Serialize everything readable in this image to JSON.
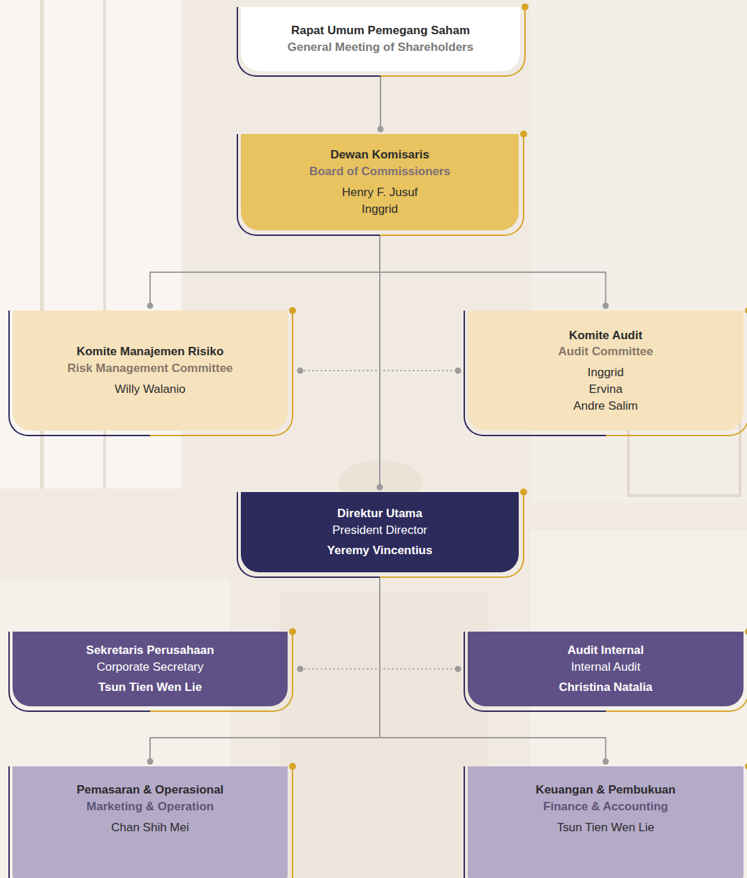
{
  "diagram": {
    "nodes": [
      {
        "text": [
          "Rapat Umum Pemegang Saham",
          "General Meeting of Shareholders"
        ]
      },
      {
        "text": [
          "Dewan Komisaris",
          "Board of Commissioners",
          "Henry F. Jusuf",
          "Inggrid"
        ]
      },
      {
        "text": [
          "Komite Manajemen Risiko",
          "Risk Management Committee",
          "Willy Walanio"
        ]
      },
      {
        "text": [
          "Komite Audit",
          "Audit Committee",
          "Inggrid",
          "Ervina",
          "Andre Salim"
        ]
      },
      {
        "text": [
          "Direktur Utama",
          "President Director",
          "Yeremy Vincentius"
        ]
      },
      {
        "text": [
          "Sekretaris Perusahaan",
          "Corporate Secretary",
          "Tsun Tien Wen Lie"
        ]
      },
      {
        "text": [
          "Audit Internal",
          "Internal Audit",
          "Christina Natalia"
        ]
      },
      {
        "text": [
          "Pemasaran & Operasional",
          "Marketing & Operation",
          "Chan Shih Mei"
        ]
      },
      {
        "text": [
          "Keuangan & Pembukuan",
          "Finance & Accounting",
          "Tsun Tien Wen Lie"
        ]
      }
    ],
    "edges": [
      {
        "from": 0,
        "to": 1,
        "arrow": "none"
      },
      {
        "from": 1,
        "to": 2,
        "arrow": "none"
      },
      {
        "from": 1,
        "to": 3,
        "arrow": "none"
      },
      {
        "from": 1,
        "to": 4,
        "arrow": "none"
      },
      {
        "from": 2,
        "to": 3,
        "arrow": "none"
      },
      {
        "from": 4,
        "to": 7,
        "arrow": "none"
      },
      {
        "from": 4,
        "to": 8,
        "arrow": "none"
      },
      {
        "from": 5,
        "to": 6,
        "arrow": "none"
      }
    ]
  }
}
